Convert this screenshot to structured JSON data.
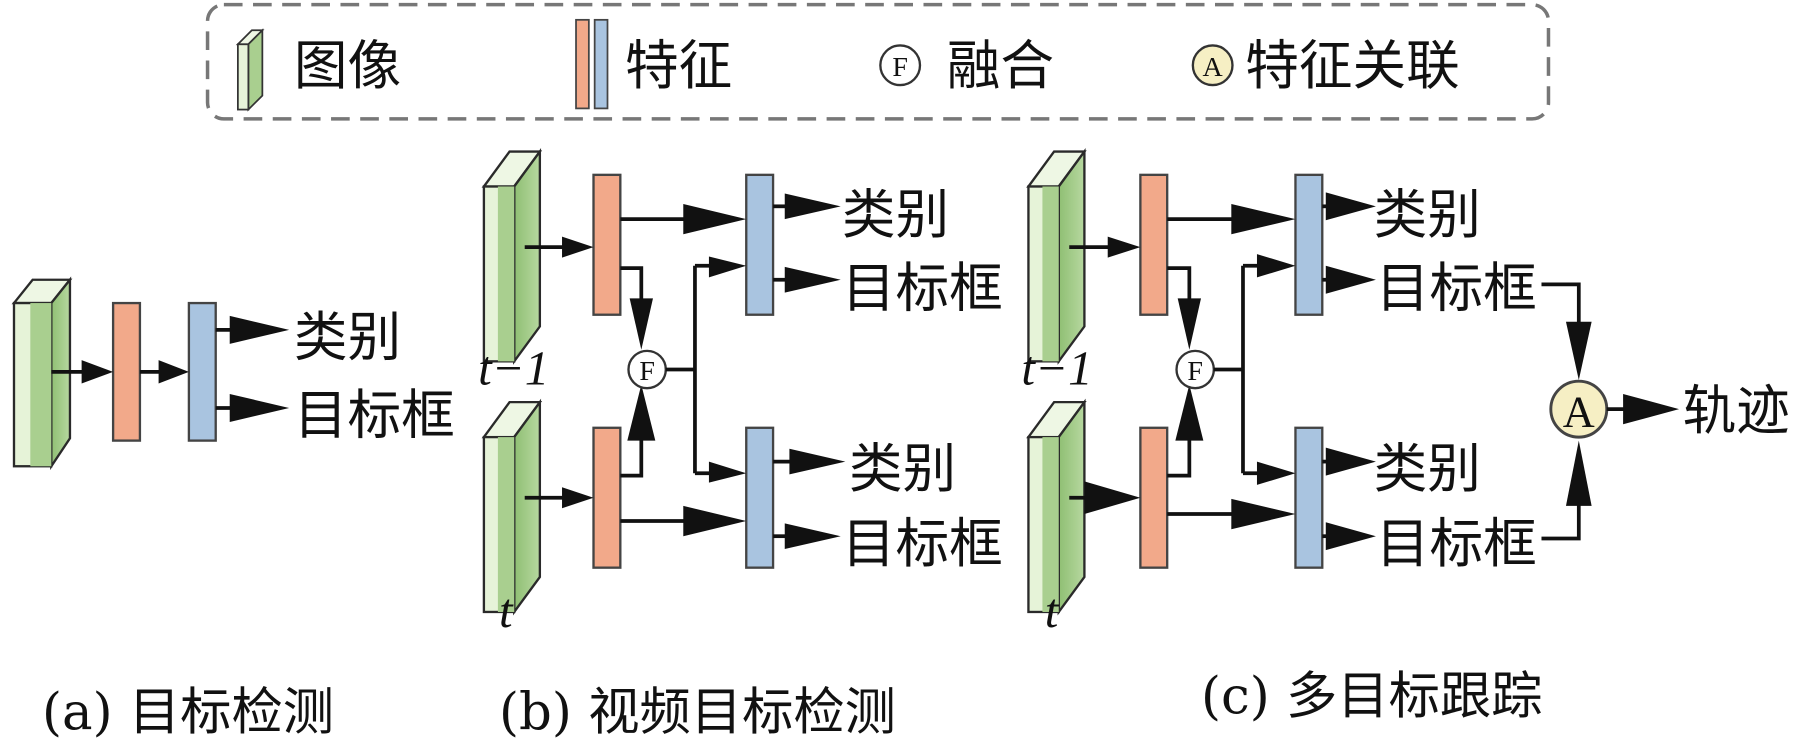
{
  "legend": {
    "image_label": "图像",
    "feature_label": "特征",
    "fusion_symbol": "F",
    "fusion_label": "融合",
    "association_symbol": "A",
    "association_label": "特征关联"
  },
  "panels": {
    "a": {
      "caption": "(a) 目标检测",
      "outputs": [
        "类别",
        "目标框"
      ]
    },
    "b": {
      "caption": "(b) 视频目标检测",
      "frame_prev": "t−1",
      "frame_cur": "t",
      "fusion_symbol": "F",
      "outputs_top": [
        "类别",
        "目标框"
      ],
      "outputs_bottom": [
        "类别",
        "目标框"
      ]
    },
    "c": {
      "caption": "(c) 多目标跟踪",
      "frame_prev": "t−1",
      "frame_cur": "t",
      "fusion_symbol": "F",
      "association_symbol": "A",
      "outputs_top": [
        "类别",
        "目标框"
      ],
      "outputs_bottom": [
        "类别",
        "目标框"
      ],
      "final_output": "轨迹"
    }
  },
  "colors": {
    "image_face": "#a9cf8f",
    "image_side": "#e6f3d8",
    "feature_red": "#f2a98a",
    "feature_blue": "#a9c4e0",
    "association_fill": "#f6efc4",
    "legend_border": "#777777"
  }
}
